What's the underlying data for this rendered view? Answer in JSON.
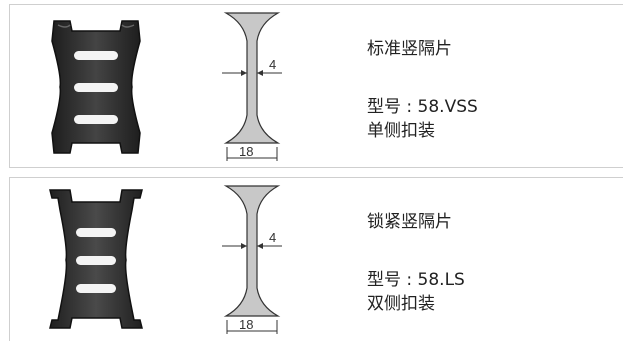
{
  "products": [
    {
      "name": "标准竖隔片",
      "model": "型号 : 58.VSS",
      "mounting": "单侧扣装",
      "profile": {
        "thickness": "4",
        "width": "18"
      },
      "icon": "vertical-separator-standard"
    },
    {
      "name": "锁紧竖隔片",
      "model": "型号 : 58.LS",
      "mounting": "双侧扣装",
      "profile": {
        "thickness": "4",
        "width": "18"
      },
      "icon": "vertical-separator-locking"
    }
  ],
  "colors": {
    "part": "#333333",
    "profile_fill": "#c8c8c8",
    "border": "#cfcfcf"
  }
}
